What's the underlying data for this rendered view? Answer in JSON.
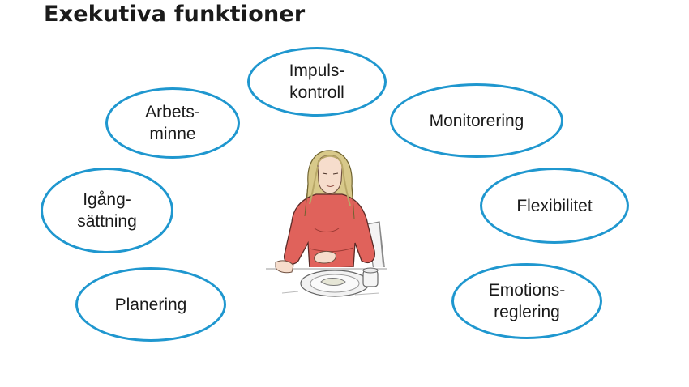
{
  "title": "Exekutiva funktioner",
  "bubbles": [
    {
      "id": "impulskontroll",
      "text": "Impuls-\nkontroll"
    },
    {
      "id": "arbetsminne",
      "text": "Arbets-\nminne"
    },
    {
      "id": "monitorering",
      "text": "Monitorering"
    },
    {
      "id": "igangsattning",
      "text": "Igång-\nsättning"
    },
    {
      "id": "flexibilitet",
      "text": "Flexibilitet"
    },
    {
      "id": "planering",
      "text": "Planering"
    },
    {
      "id": "emotionsreglering",
      "text": "Emotions-\nreglering"
    }
  ],
  "colors": {
    "bubble_border": "#1f97cf",
    "sweater": "#e0625b",
    "hair": "#d8c98a"
  }
}
